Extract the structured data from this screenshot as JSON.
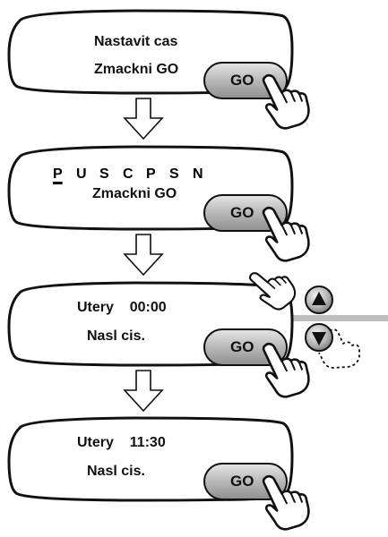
{
  "panels": [
    {
      "line1": "Nastavit cas",
      "line2": "Zmackni GO",
      "button": "GO"
    },
    {
      "days": [
        "P",
        "U",
        "S",
        "C",
        "P",
        "S",
        "N"
      ],
      "line2": "Zmackni GO",
      "button": "GO"
    },
    {
      "line1": "Utery    00:00",
      "line2": "Nasl cis.",
      "button": "GO"
    },
    {
      "line1": "Utery    11:30",
      "line2": "Nasl cis.",
      "button": "GO"
    }
  ],
  "icons": {
    "hand": "pointing-hand-icon",
    "arrow_down": "down-arrow-icon",
    "up_button": "up-triangle-button-icon",
    "down_button": "down-triangle-button-icon"
  },
  "colors": {
    "button_fill": "#b3b3b3",
    "button_highlight": "#e6e6e6",
    "outline": "#111111",
    "side_bar": "#bdbdbd"
  }
}
